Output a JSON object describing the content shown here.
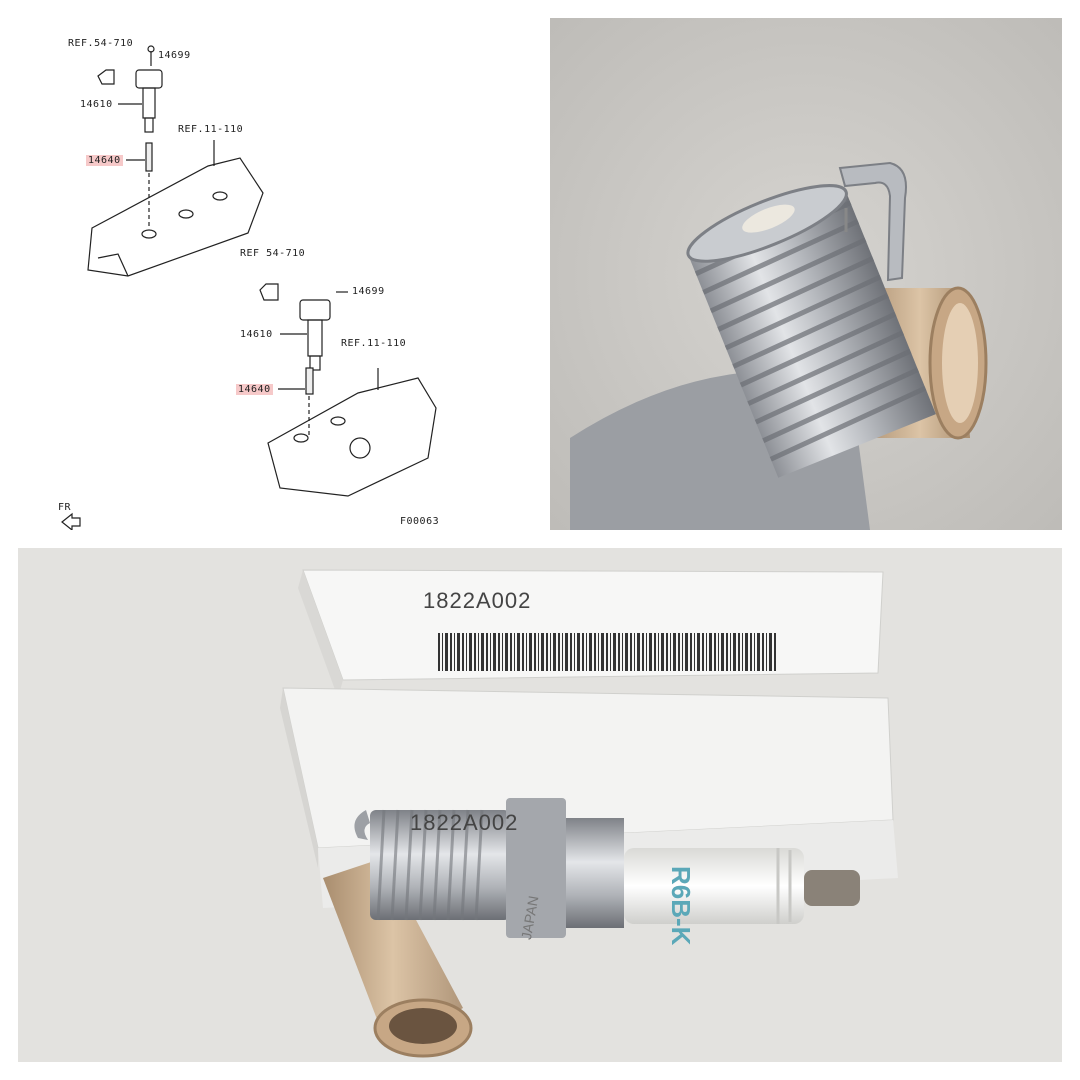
{
  "diagram": {
    "labels": {
      "ref_coil_top": "REF.54-710",
      "bolt_top": "14699",
      "coil_top": "14610",
      "ref_head_top": "REF.11-110",
      "plug_top": "14640",
      "ref_coil_bottom": "REF 54-710",
      "bolt_bottom": "14699",
      "coil_bottom": "14610",
      "ref_head_bottom": "REF.11-110",
      "plug_bottom": "14640",
      "front_marker": "FR",
      "figure_code": "F00063"
    },
    "highlight_color": "#f6c9c9"
  },
  "product": {
    "box_code_top": "1822A002",
    "box_code_bottom": "1822A002",
    "plug_marking": "R6B-K",
    "plug_brand": "JAPAN"
  }
}
